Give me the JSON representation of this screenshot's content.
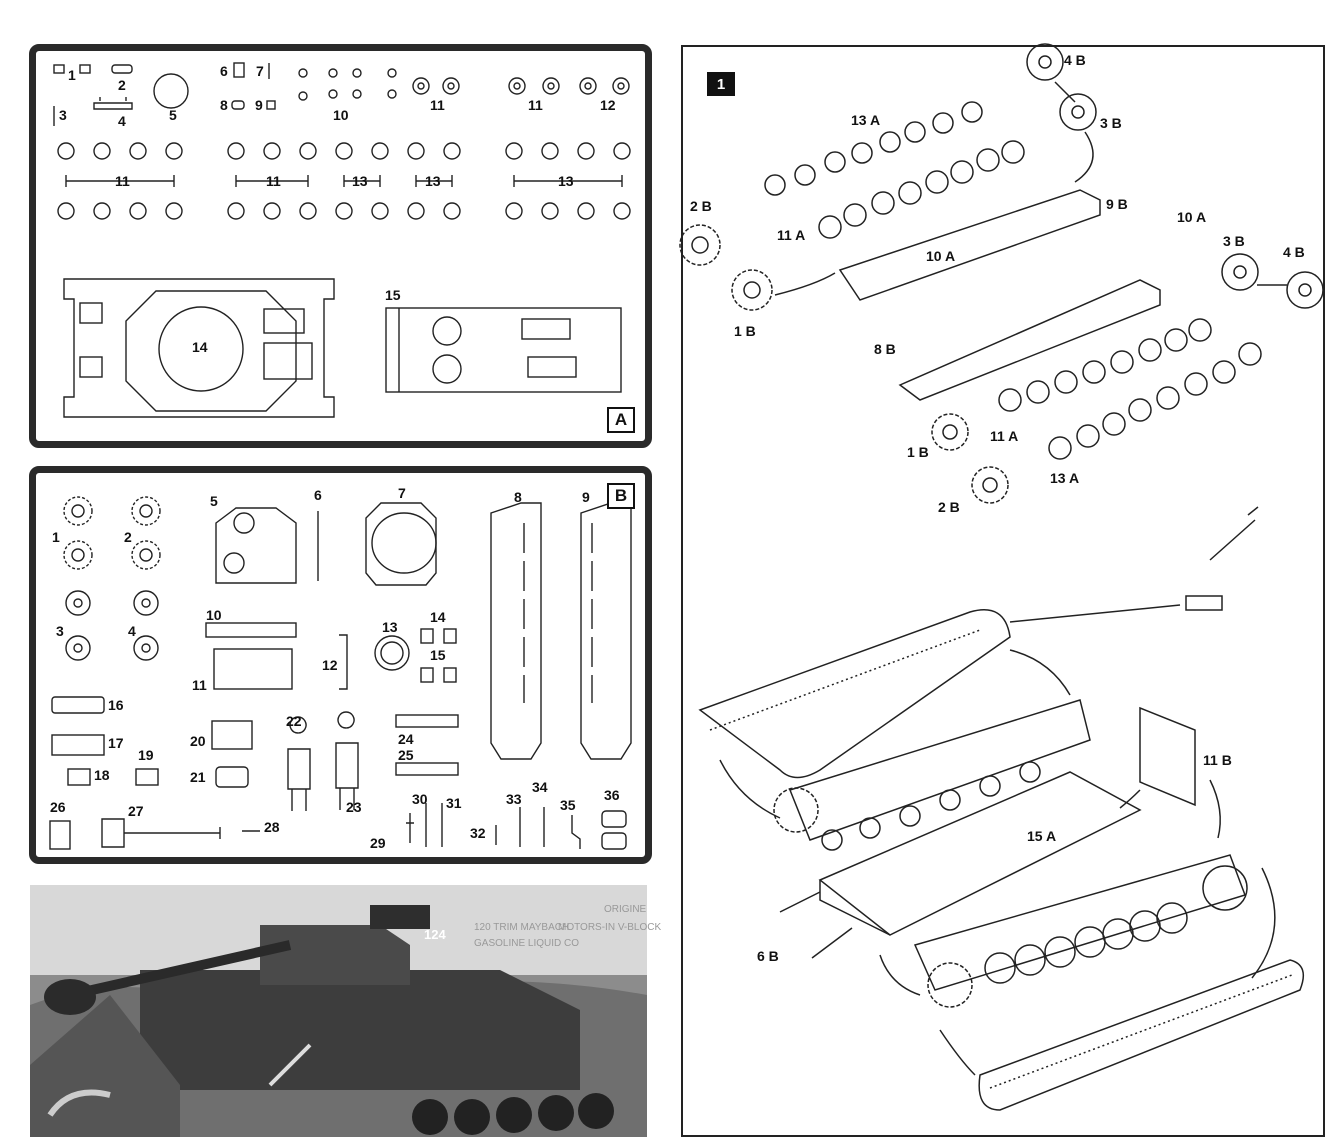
{
  "sprue_a": {
    "frame_label": "A",
    "parts": [
      "1",
      "2",
      "3",
      "4",
      "5",
      "6",
      "7",
      "8",
      "9",
      "10",
      "11",
      "11",
      "12",
      "11",
      "11",
      "13",
      "13",
      "13",
      "14",
      "15"
    ]
  },
  "sprue_b": {
    "frame_label": "B",
    "parts": [
      "1",
      "2",
      "3",
      "4",
      "5",
      "6",
      "7",
      "8",
      "9",
      "10",
      "11",
      "12",
      "13",
      "14",
      "15",
      "16",
      "17",
      "18",
      "19",
      "20",
      "21",
      "22",
      "23",
      "24",
      "25",
      "26",
      "27",
      "28",
      "29",
      "30",
      "31",
      "32",
      "33",
      "34",
      "35",
      "36"
    ]
  },
  "instructions": {
    "step_number": "1",
    "callouts": [
      "4 B",
      "3 B",
      "13 A",
      "2 B",
      "9 B",
      "10 A",
      "11 A",
      "10 A",
      "3 B",
      "4 B",
      "1 B",
      "8 B",
      "11 A",
      "1 B",
      "13 A",
      "2 B",
      "11 B",
      "15 A",
      "6 B"
    ]
  },
  "photo": {
    "turret_number": "124"
  },
  "background_text": [
    "ORIGINE",
    "120 TRIM MAYBACH",
    "MOTORS-IN V-BLOCK",
    "GASOLINE LIQUID CO"
  ]
}
